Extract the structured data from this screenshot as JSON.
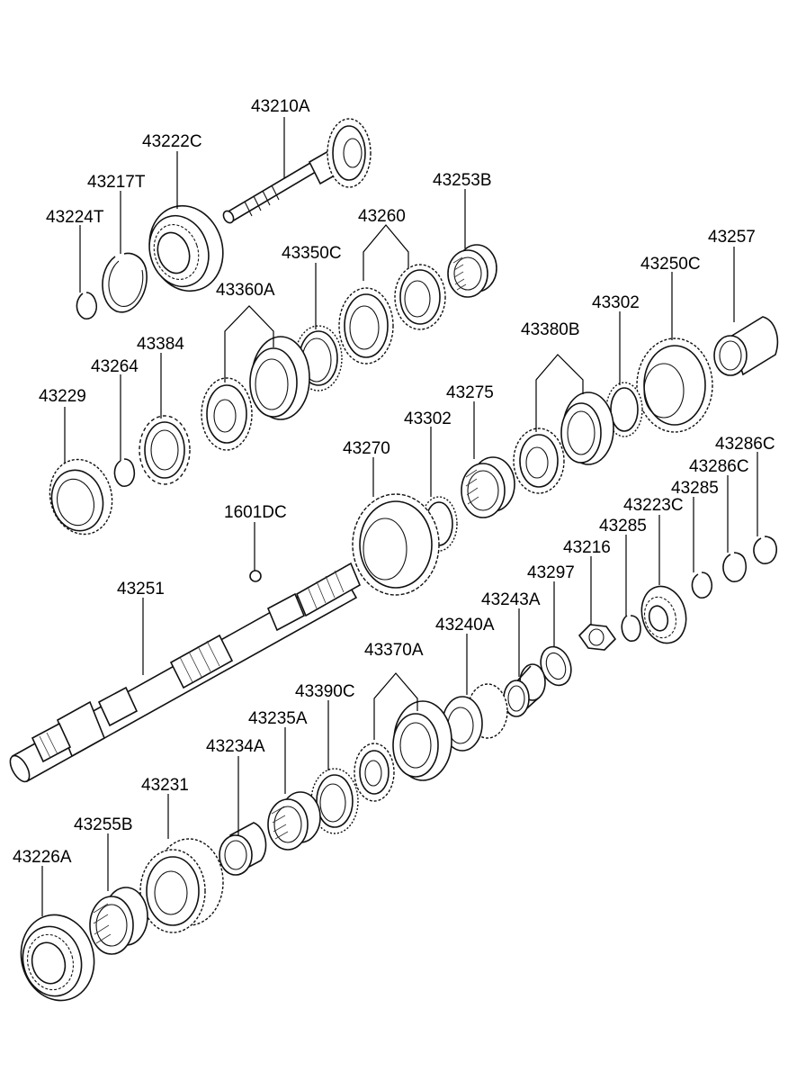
{
  "parts": [
    "43210A",
    "43222C",
    "43217T",
    "43224T",
    "43253B",
    "43260",
    "43350C",
    "43360A",
    "43384",
    "43264",
    "43229",
    "43257",
    "43250C",
    "43302",
    "43380B",
    "43275",
    "43302",
    "43270",
    "43286C",
    "43286C",
    "43223C",
    "43285",
    "43285",
    "43216",
    "1601DC",
    "43297",
    "43243A",
    "43251",
    "43240A",
    "43370A",
    "43390C",
    "43235A",
    "43234A",
    "43231",
    "43255B",
    "43226A"
  ]
}
